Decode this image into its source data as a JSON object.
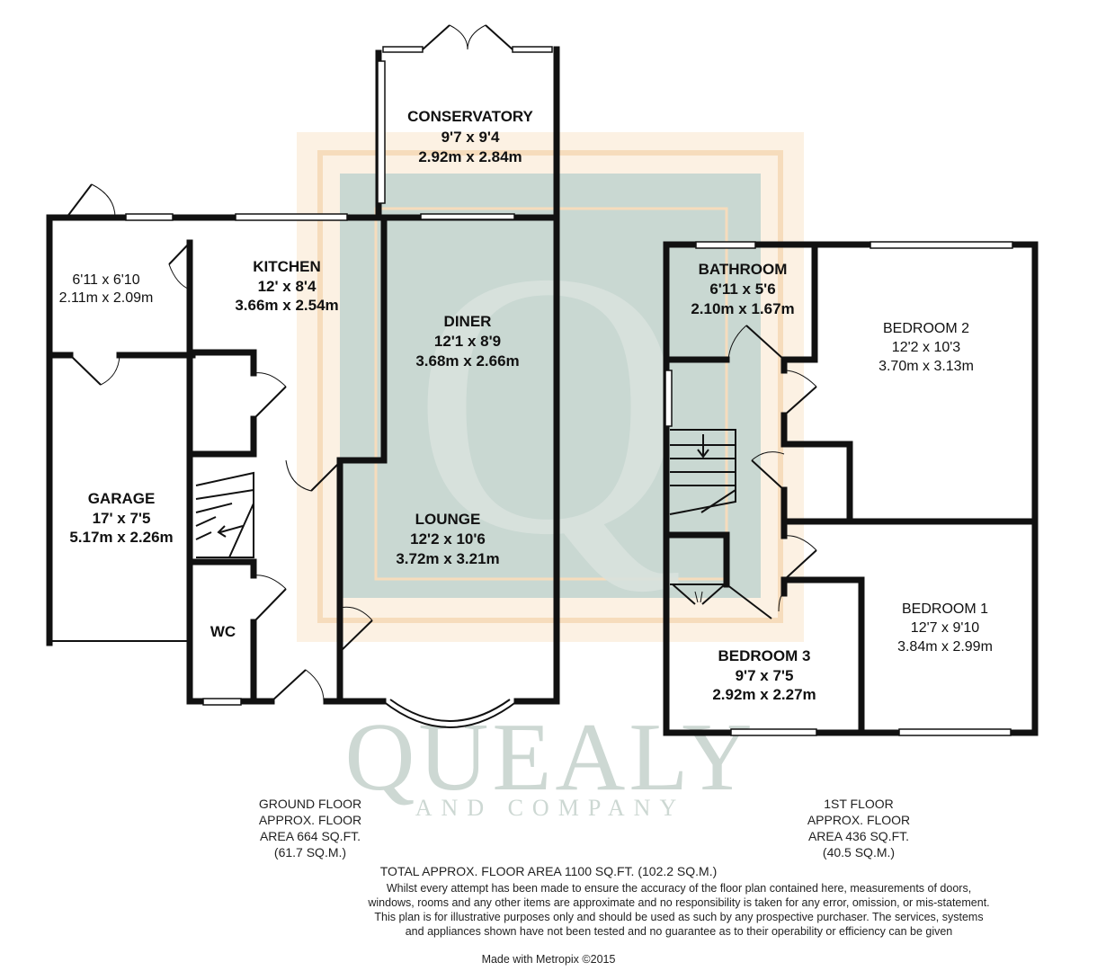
{
  "watermark": {
    "brand_name": "QUEALY",
    "brand_tagline": "AND COMPANY",
    "monogram": "Q",
    "colors": {
      "frame_fill": "#c7d6d0",
      "frame_outer": "#fbeede",
      "letter": "#cad6d1"
    }
  },
  "rooms": {
    "conservatory": {
      "name": "CONSERVATORY",
      "imperial": "9'7 x 9'4",
      "metric": "2.92m x 2.84m"
    },
    "kitchen": {
      "name": "KITCHEN",
      "imperial": "12' x 8'4",
      "metric": "3.66m x 2.54m"
    },
    "utility": {
      "imperial": "6'11 x 6'10",
      "metric": "2.11m x 2.09m"
    },
    "diner": {
      "name": "DINER",
      "imperial": "12'1 x 8'9",
      "metric": "3.68m x 2.66m"
    },
    "garage": {
      "name": "GARAGE",
      "imperial": "17' x 7'5",
      "metric": "5.17m x 2.26m"
    },
    "lounge": {
      "name": "LOUNGE",
      "imperial": "12'2 x 10'6",
      "metric": "3.72m x 3.21m"
    },
    "wc": {
      "name": "WC"
    },
    "bathroom": {
      "name": "BATHROOM",
      "imperial": "6'11 x 5'6",
      "metric": "2.10m x 1.67m"
    },
    "bedroom2": {
      "name": "BEDROOM 2",
      "imperial": "12'2 x 10'3",
      "metric": "3.70m x 3.13m"
    },
    "bedroom1": {
      "name": "BEDROOM 1",
      "imperial": "12'7 x 9'10",
      "metric": "3.84m x 2.99m"
    },
    "bedroom3": {
      "name": "BEDROOM 3",
      "imperial": "9'7 x 7'5",
      "metric": "2.92m x 2.27m"
    }
  },
  "ground_floor": {
    "line1": "GROUND FLOOR",
    "line2": "APPROX. FLOOR",
    "line3": "AREA 664 SQ.FT.",
    "line4": "(61.7 SQ.M.)"
  },
  "first_floor": {
    "line1": "1ST FLOOR",
    "line2": "APPROX. FLOOR",
    "line3": "AREA 436 SQ.FT.",
    "line4": "(40.5 SQ.M.)"
  },
  "total": "TOTAL APPROX. FLOOR AREA 1100 SQ.FT. (102.2 SQ.M.)",
  "disclaimer": "Whilst every attempt has been made to ensure the accuracy of the floor plan contained here, measurements of doors, windows, rooms and any other items are approximate and no responsibility is taken for any error, omission, or mis-statement. This plan is for illustrative purposes only and should be used as such by any prospective purchaser. The services, systems and appliances shown have not been tested and no guarantee as to their operability or efficiency can be given",
  "credit": "Made with Metropix ©2015"
}
